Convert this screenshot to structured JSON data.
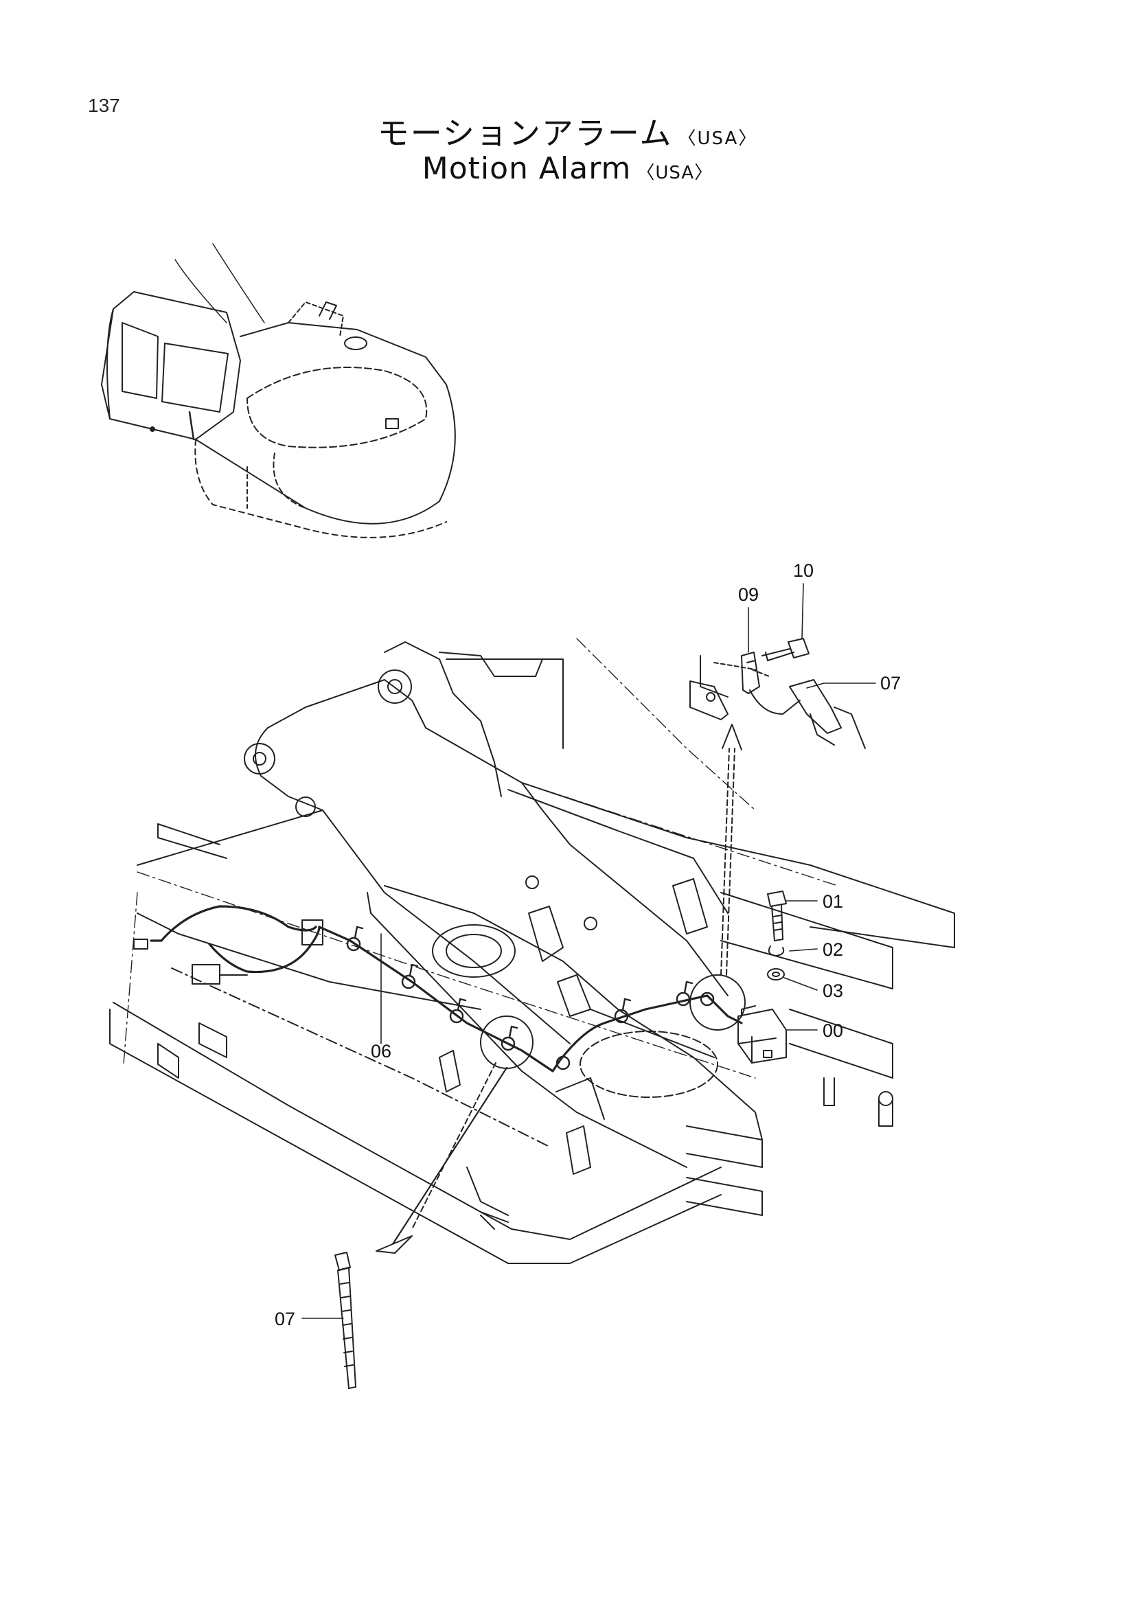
{
  "page_number": "137",
  "title": {
    "japanese": "モーションアラーム",
    "english": "Motion Alarm",
    "region": "〈USA〉"
  },
  "callouts": {
    "c10": "10",
    "c09": "09",
    "c07_top": "07",
    "c01": "01",
    "c02": "02",
    "c03": "03",
    "c00": "00",
    "c06": "06",
    "c07_bottom": "07"
  }
}
